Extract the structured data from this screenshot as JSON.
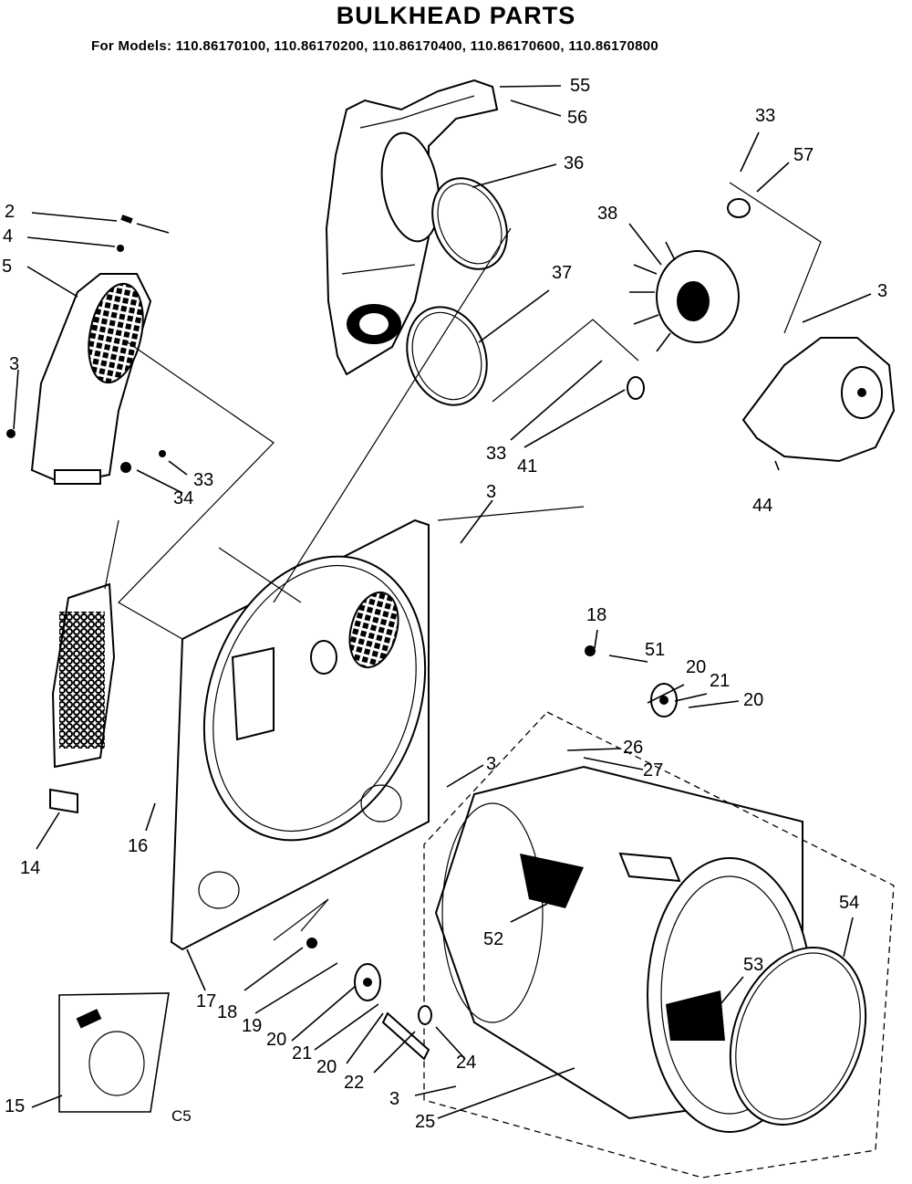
{
  "title": "BULKHEAD PARTS",
  "models_line": "For Models: 110.86170100, 110.86170200, 110.86170400, 110.86170600, 110.86170800",
  "section_code": "C5",
  "callouts": [
    "55",
    "56",
    "36",
    "33",
    "57",
    "2",
    "4",
    "5",
    "38",
    "3",
    "37",
    "3",
    "33",
    "41",
    "44",
    "34",
    "33",
    "3",
    "18",
    "51",
    "20",
    "21",
    "20",
    "26",
    "27",
    "3",
    "16",
    "14",
    "52",
    "54",
    "53",
    "17",
    "18",
    "19",
    "20",
    "21",
    "20",
    "22",
    "24",
    "3",
    "15",
    "25"
  ]
}
